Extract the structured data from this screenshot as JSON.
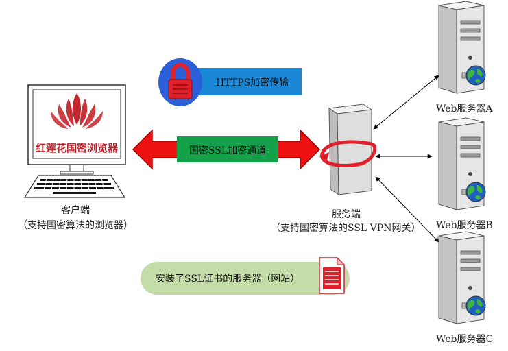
{
  "client": {
    "brand_text": "红莲花国密浏览器",
    "label": "客户端",
    "sublabel": "（支持国密算法的浏览器）"
  },
  "server": {
    "label": "服务端",
    "sublabel": "（支持国密算法的SSL VPN网关）"
  },
  "web_servers": [
    {
      "label": "Web服务器A"
    },
    {
      "label": "Web服务器B"
    },
    {
      "label": "Web服务器C"
    }
  ],
  "https_box": {
    "text": "HTTPS加密传输"
  },
  "tunnel": {
    "text": "国密SSL加密通道"
  },
  "legend": {
    "text": "安装了SSL证书的服务器（网站）"
  },
  "icons": {
    "lock": "lock-icon",
    "certificate": "certificate-icon",
    "monitor": "monitor-icon",
    "keyboard": "keyboard-icon",
    "tower_server": "tower-server-icon",
    "globe": "globe-icon"
  },
  "colors": {
    "https_blue": "#1a86d6",
    "lock_red": "#e0202a",
    "tunnel_green": "#14a14a",
    "arrow_red": "#ee1111",
    "legend_green": "#c3dca8",
    "brand_red": "#c4262e"
  }
}
